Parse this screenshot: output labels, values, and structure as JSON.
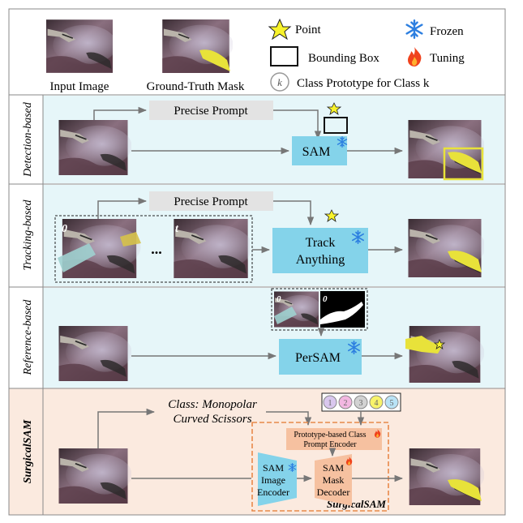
{
  "legend": {
    "input_image": "Input Image",
    "ground_truth_mask": "Ground-Truth Mask",
    "point": "Point",
    "bounding_box": "Bounding Box",
    "class_prototype": "Class Prototype for Class k",
    "class_prototype_k": "k",
    "frozen": "Frozen",
    "tuning": "Tuning"
  },
  "rows": {
    "detection": {
      "label": "Detection-based",
      "prompt": "Precise Prompt",
      "model": "SAM"
    },
    "tracking": {
      "label": "Tracking-based",
      "prompt": "Precise Prompt",
      "model_line1": "Track",
      "model_line2": "Anything",
      "frame_first": "0",
      "frame_last": "t",
      "ellipsis": "..."
    },
    "reference": {
      "label": "Reference-based",
      "model": "PerSAM",
      "ref_index_img": "0",
      "ref_index_mask": "0"
    },
    "surgical": {
      "label": "SurgicalSAM",
      "class_line1": "Class: Monopolar",
      "class_line2": "Curved Scissors",
      "prototypes": [
        "1",
        "2",
        "3",
        "4",
        "5"
      ],
      "prompt_encoder_line1": "Prototype-based Class",
      "prompt_encoder_line2": "Prompt Encoder",
      "image_encoder_line1": "SAM",
      "image_encoder_line2": "Image",
      "image_encoder_line3": "Encoder",
      "mask_decoder_line1": "SAM",
      "mask_decoder_line2": "Mask",
      "mask_decoder_line3": "Decoder",
      "framework_label": "SurgicalSAM"
    }
  },
  "colors": {
    "row_bg_blue": "#e6f6f9",
    "row_bg_orange": "#fbeadf",
    "model_box": "#84d3ea",
    "prompt_box": "#e3e3e3",
    "encoder_box": "#f6c1a0",
    "mask_yellow": "#e8e23a",
    "snowflake": "#2d7fe0",
    "flame": "#f0421c",
    "proto_colors": [
      "#d9c7ee",
      "#f2b7e1",
      "#d2d2d2",
      "#f8f36a",
      "#b9e3f6"
    ]
  }
}
